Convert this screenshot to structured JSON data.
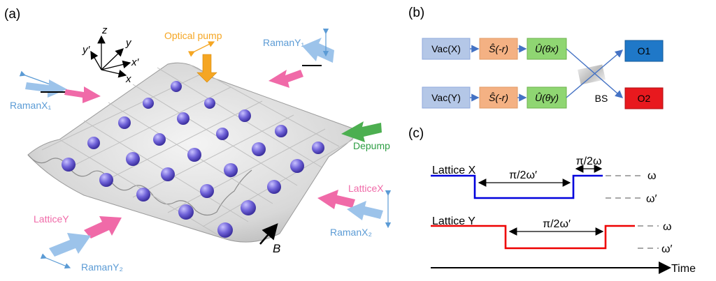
{
  "panel_a": {
    "label": "(a)",
    "axes": {
      "z": "z",
      "y_prime": "y′",
      "y": "y",
      "x_prime": "x′",
      "x": "x"
    },
    "beams": {
      "optical_pump": "Optical pump",
      "raman_y1": "RamanY₁",
      "raman_x1": "RamanX₁",
      "depump": "Depump",
      "lattice_x": "LatticeX",
      "raman_x2": "RamanX₂",
      "lattice_y": "LatticeY",
      "raman_y2": "RamanY₂",
      "b_field": "B"
    },
    "colors": {
      "pump": "#f5a623",
      "raman": "#9cc3ea",
      "lattice": "#f06aa8",
      "depump": "#4caf50",
      "atom": "#6a5acd"
    }
  },
  "panel_b": {
    "label": "(b)",
    "row1": {
      "vac": "Vac(X)",
      "squeeze": "Ŝ(-r)",
      "rotate": "Û(θx)",
      "out": "O1"
    },
    "row2": {
      "vac": "Vac(Y)",
      "squeeze": "Ŝ(-r)",
      "rotate": "Û(θy)",
      "out": "O2"
    },
    "bs": "BS",
    "colors": {
      "vac": "#b4c7e7",
      "squeeze": "#f4b183",
      "rotate": "#8fd672",
      "o1": "#1f78c8",
      "o2": "#e8191e",
      "arrow": "#4472c4"
    }
  },
  "panel_c": {
    "label": "(c)",
    "lattice_x": "Lattice X",
    "lattice_y": "Lattice Y",
    "interval_x": "π/2ω′",
    "interval_x_short": "π/2ω",
    "interval_y": "π/2ω′",
    "omega": "ω",
    "omega_prime": "ω′",
    "time": "Time",
    "colors": {
      "x": "#0000dd",
      "y": "#ee0000"
    }
  }
}
